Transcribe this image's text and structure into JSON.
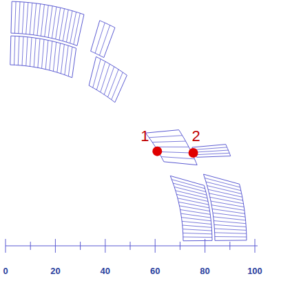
{
  "diagram": {
    "labels": [
      "1",
      "2",
      "0",
      "20",
      "40",
      "60",
      "80",
      "100"
    ]
  }
}
